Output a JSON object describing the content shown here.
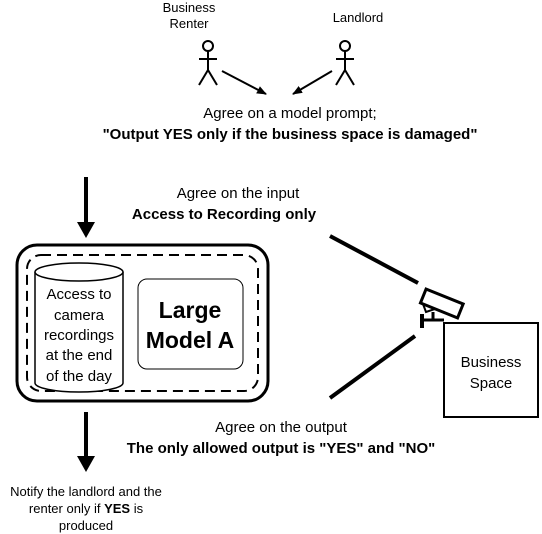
{
  "actors": {
    "renter": {
      "label_line1": "Business",
      "label_line2": "Renter"
    },
    "landlord": {
      "label": "Landlord"
    }
  },
  "prompt": {
    "heading": "Agree on a model prompt;",
    "text": "\"Output YES only if the business space is damaged\""
  },
  "input": {
    "heading": "Agree on the input",
    "text": "Access to Recording only"
  },
  "recordings": {
    "line1": "Access to",
    "line2": "camera",
    "line3": "recordings",
    "line4": "at the end",
    "line5": "of the day"
  },
  "model": {
    "line1": "Large",
    "line2": "Model A"
  },
  "business_space": {
    "line1": "Business",
    "line2": "Space"
  },
  "output": {
    "heading": "Agree on the output",
    "text": "The only allowed output is \"YES\" and \"NO\""
  },
  "notify": {
    "line1": "Notify the landlord and the",
    "line2_prefix": "renter only if ",
    "line2_bold": "YES",
    "line2_suffix": " is",
    "line3": "produced"
  },
  "icons": [
    "stick-figure-icon",
    "stick-figure-icon",
    "security-camera-icon",
    "database-cylinder-icon"
  ]
}
